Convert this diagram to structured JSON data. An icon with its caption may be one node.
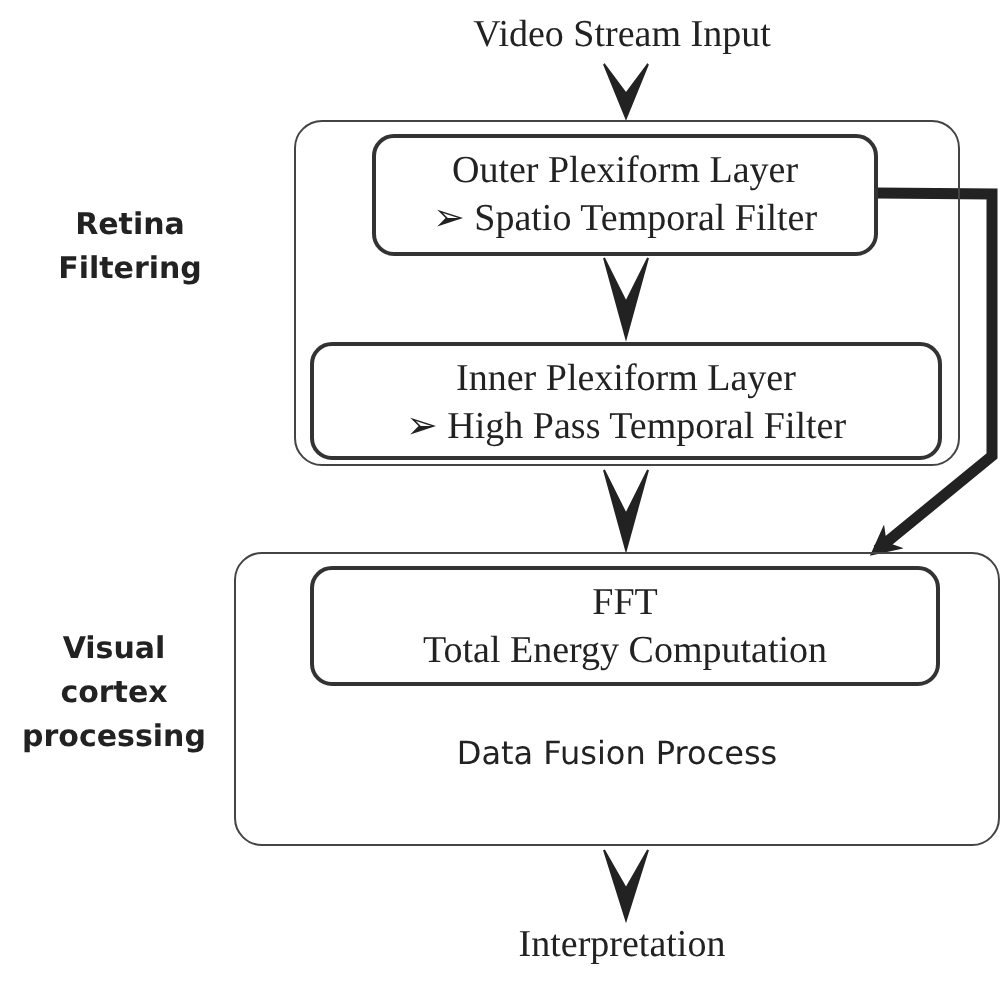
{
  "diagram": {
    "nodes": [
      {
        "text": [
          "Video Stream Input"
        ]
      },
      {
        "text": [
          "Retina Filtering"
        ]
      },
      {
        "text": [
          "Outer Plexiform Layer",
          "➢ Spatio Temporal Filter"
        ],
        "in": 1
      },
      {
        "text": [
          "Inner Plexiform Layer",
          "➢ High Pass Temporal Filter"
        ],
        "in": 1
      },
      {
        "text": [
          "Visual cortex processing",
          "Data Fusion Process"
        ]
      },
      {
        "text": [
          "FFT",
          "Total Energy Computation"
        ],
        "in": 4
      },
      {
        "text": [
          "Interpretation"
        ]
      }
    ],
    "edges": [
      {
        "from": 0,
        "to": 1,
        "arrow": "to"
      },
      {
        "from": 2,
        "to": 3,
        "arrow": "to"
      },
      {
        "from": 1,
        "to": 4,
        "arrow": "to"
      },
      {
        "from": 2,
        "to": 4,
        "arrow": "to"
      },
      {
        "from": 4,
        "to": 6,
        "arrow": "to"
      }
    ]
  }
}
